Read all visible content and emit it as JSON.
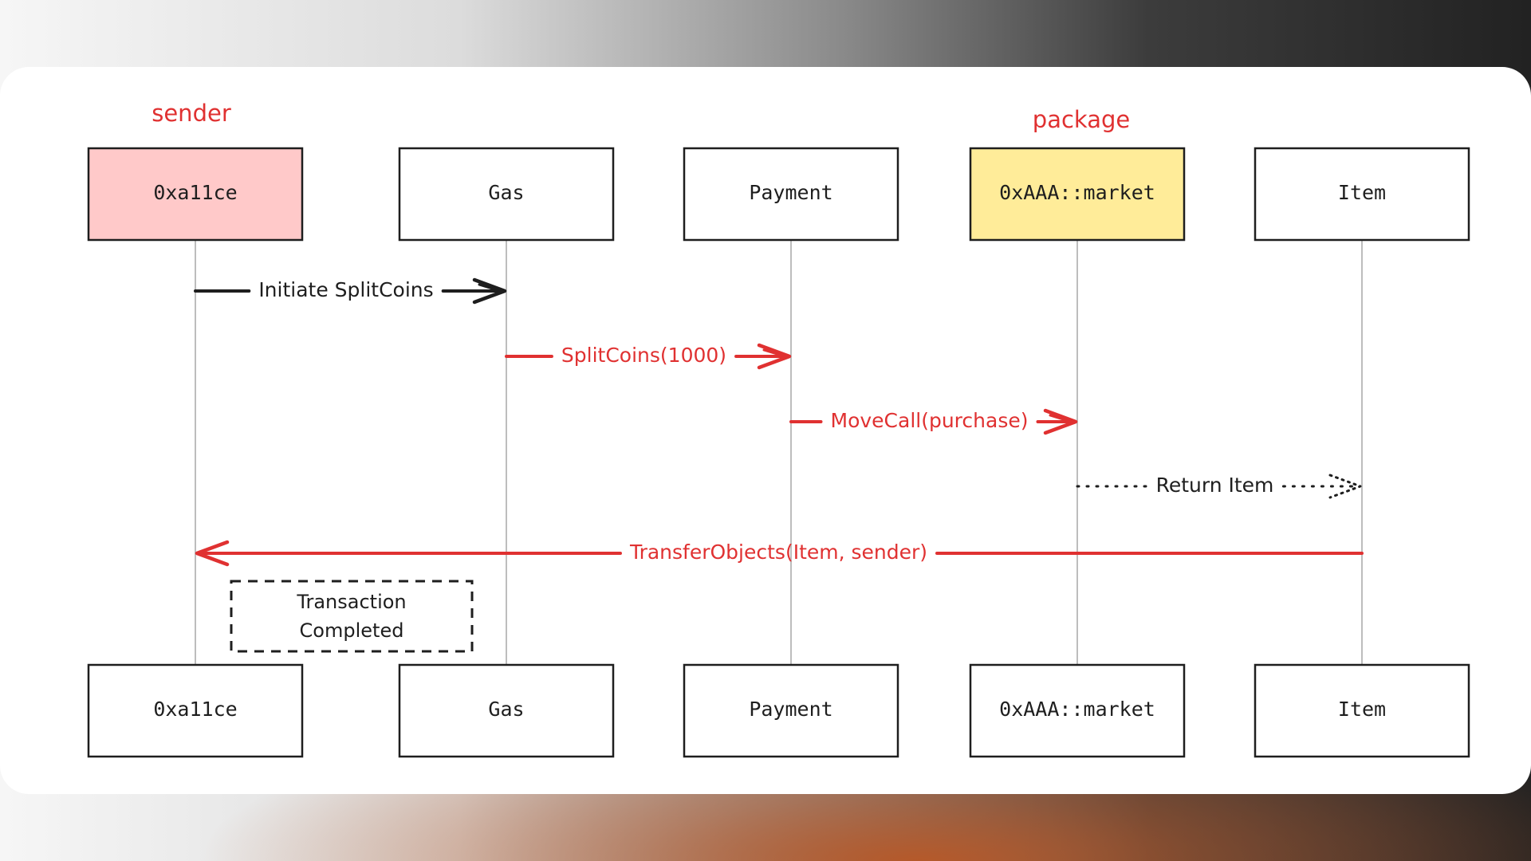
{
  "annotations": {
    "sender": "sender",
    "package": "package"
  },
  "participants": [
    {
      "label": "0xa11ce",
      "fill": "#ffc9c9",
      "stroke": "#1e1e1e",
      "text_color": "#1e1e1e"
    },
    {
      "label": "Gas",
      "fill": "#ffffff",
      "stroke": "#1e1e1e",
      "text_color": "#1e1e1e"
    },
    {
      "label": "Payment",
      "fill": "#ffffff",
      "stroke": "#1e1e1e",
      "text_color": "#1e1e1e"
    },
    {
      "label": "0xAAA::market",
      "fill": "#ffec99",
      "stroke": "#f59f00",
      "text_color": "#f59f00"
    },
    {
      "label": "Item",
      "fill": "#ffffff",
      "stroke": "#1e1e1e",
      "text_color": "#1e1e1e"
    }
  ],
  "bottom_participants": [
    "0xa11ce",
    "Gas",
    "Payment",
    "0xAAA::market",
    "Item"
  ],
  "messages": [
    {
      "label": "Initiate SplitCoins",
      "from": 0,
      "to": 1,
      "color": "#1e1e1e",
      "style": "solid"
    },
    {
      "label": "SplitCoins(1000)",
      "from": 1,
      "to": 2,
      "color": "#e03131",
      "style": "solid"
    },
    {
      "label": "MoveCall(purchase)",
      "from": 2,
      "to": 3,
      "color": "#e03131",
      "style": "solid"
    },
    {
      "label": "Return Item",
      "from": 3,
      "to": 4,
      "color": "#1e1e1e",
      "style": "dotted"
    },
    {
      "label": "TransferObjects(Item, sender)",
      "from": 4,
      "to": 0,
      "color": "#e03131",
      "style": "solid"
    }
  ],
  "note": {
    "line1": "Transaction",
    "line2": "Completed"
  },
  "colors": {
    "accent_red": "#e03131",
    "stroke": "#1e1e1e",
    "lifeline": "#bdbdbd"
  }
}
